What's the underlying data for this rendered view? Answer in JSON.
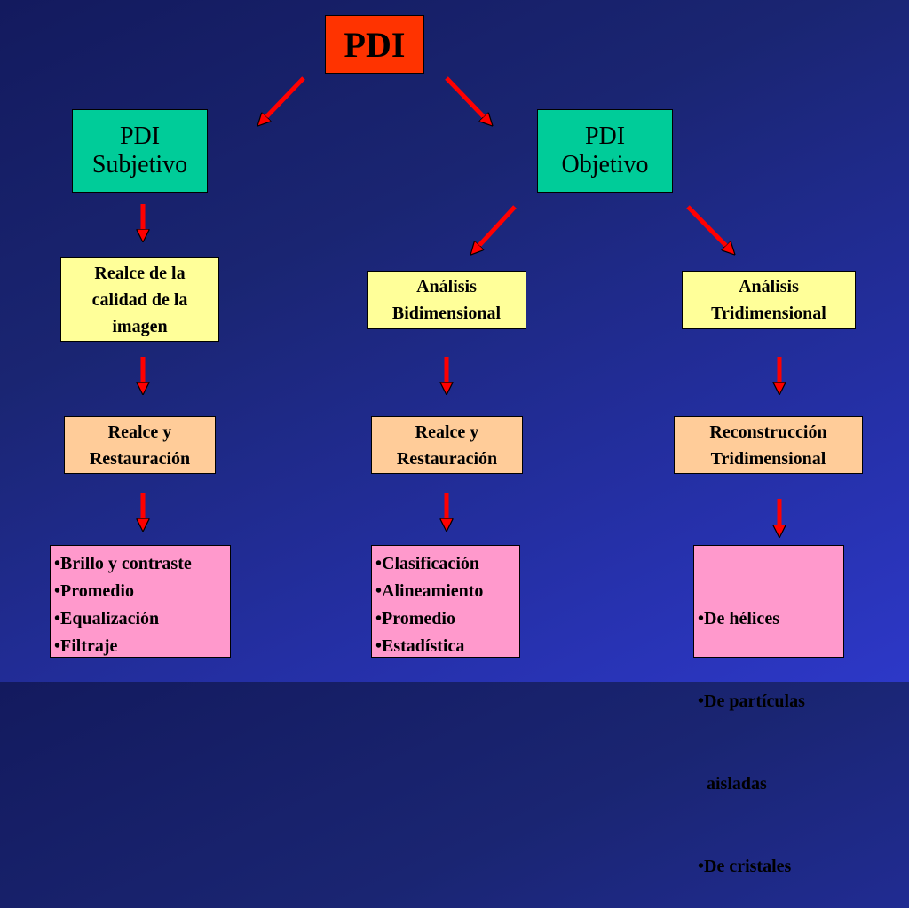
{
  "diagram": {
    "title": "PDI",
    "subjective": "PDI\nSubjetivo",
    "objective": "PDI\nObjetivo",
    "col1": {
      "level2": "Realce de la\ncalidad de la\nimagen",
      "level3": "Realce y\nRestauración",
      "items": [
        "•Brillo y contraste",
        "•Promedio",
        "•Equalización",
        "•Filtraje"
      ]
    },
    "col2": {
      "level2": "Análisis\nBidimensional",
      "level3": "Realce y\nRestauración",
      "items": [
        "•Clasificación",
        "•Alineamiento",
        "•Promedio",
        "•Estadística"
      ]
    },
    "col3": {
      "level2": "Análisis\nTridimensional",
      "level3": "Reconstrucción\nTridimensional",
      "items": [
        "•De hélices",
        "•De partículas",
        "  aisladas",
        "•De cristales"
      ]
    }
  },
  "colors": {
    "arrow": "#ff0000",
    "title_box": "#ff3300",
    "level1_box": "#00cc99",
    "level2_box": "#ffff99",
    "level3_box": "#ffcc99",
    "list_box": "#ff99cc"
  }
}
